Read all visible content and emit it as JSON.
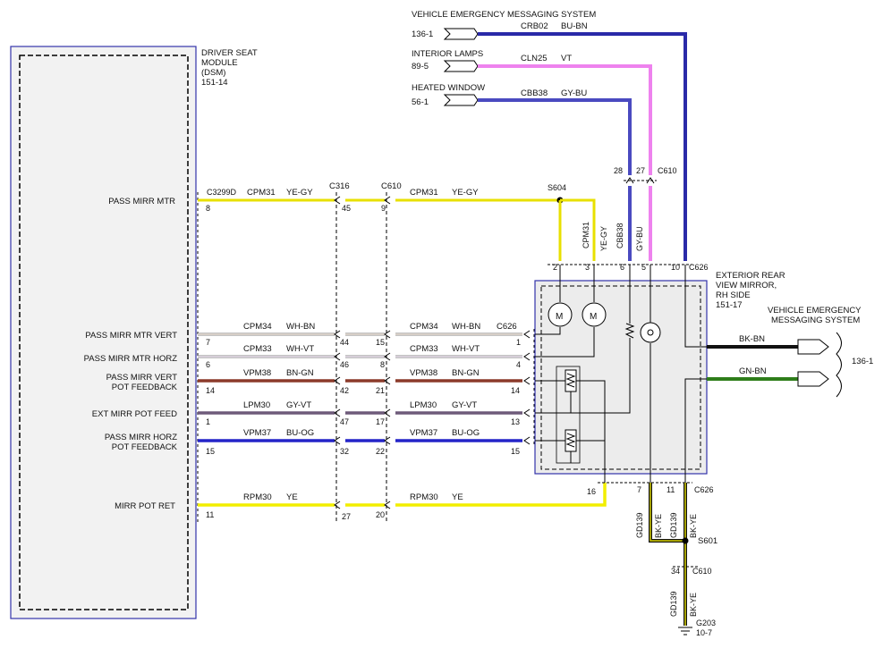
{
  "dsm": {
    "title": [
      "DRIVER SEAT",
      "MODULE",
      "(DSM)",
      "151-14"
    ],
    "pins": [
      {
        "label": [
          "PASS MIRR MTR"
        ]
      },
      {
        "label": [
          "PASS MIRR MTR VERT"
        ]
      },
      {
        "label": [
          "PASS MIRR MTR HORZ"
        ]
      },
      {
        "label": [
          "PASS MIRR VERT",
          "POT FEEDBACK"
        ]
      },
      {
        "label": [
          "EXT MIRR POT FEED"
        ]
      },
      {
        "label": [
          "PASS MIRR HORZ",
          "POT FEEDBACK"
        ]
      },
      {
        "label": [
          "MIRR POT RET"
        ]
      }
    ]
  },
  "connectors": {
    "c3299d": "C3299D",
    "c316": "C316",
    "c610_top": "C610",
    "c610_mid": "C610",
    "c626_top": "C626",
    "c626_mid": "C626",
    "c626_bot": "C626",
    "c610_bot": "C610",
    "s604": "S604",
    "s601": "S601",
    "g203": [
      "G203",
      "10-7"
    ]
  },
  "top_refs": [
    {
      "title": "VEHICLE EMERGENCY MESSAGING SYSTEM",
      "ref": "136-1",
      "circuit": "CRB02",
      "color": "BU-BN",
      "hex": "#2a2aa8"
    },
    {
      "title": "INTERIOR LAMPS",
      "ref": "89-5",
      "circuit": "CLN25",
      "color": "VT",
      "hex": "#ee82ee"
    },
    {
      "title": "HEATED WINDOW",
      "ref": "56-1",
      "circuit": "CBB38",
      "color": "GY-BU",
      "hex": "#6666cc"
    }
  ],
  "mirror": {
    "title": [
      "EXTERIOR REAR",
      "VIEW MIRROR,",
      "RH SIDE",
      "151-17"
    ],
    "pins_top": [
      "2",
      "3",
      "6",
      "5",
      "10"
    ],
    "pins_bot": [
      "16",
      "7",
      "11"
    ],
    "motor_label": "M"
  },
  "vems_right": {
    "title": [
      "VEHICLE EMERGENCY",
      "MESSAGING SYSTEM"
    ],
    "ref": "136-1",
    "wires": [
      {
        "circuit": "BK-BN",
        "hex": "#111111"
      },
      {
        "circuit": "GN-BN",
        "hex": "#2e7d1a"
      }
    ]
  },
  "wires": [
    {
      "name": "CPM31",
      "color": "YE-GY",
      "hex": "#e8e000",
      "pins": [
        "8",
        "45",
        "9"
      ]
    },
    {
      "name": "CPM34",
      "color": "WH-BN",
      "hex": "#d8c8b8",
      "pins": [
        "7",
        "44",
        "15",
        "1"
      ]
    },
    {
      "name": "CPM33",
      "color": "WH-VT",
      "hex": "#d8c8e0",
      "pins": [
        "6",
        "46",
        "8",
        "4"
      ]
    },
    {
      "name": "VPM38",
      "color": "BN-GN",
      "hex": "#8b3a2a",
      "pins": [
        "14",
        "42",
        "21",
        "14"
      ]
    },
    {
      "name": "LPM30",
      "color": "GY-VT",
      "hex": "#6e5a7a",
      "pins": [
        "1",
        "47",
        "17",
        "13"
      ]
    },
    {
      "name": "VPM37",
      "color": "BU-OG",
      "hex": "#2424c8",
      "pins": [
        "15",
        "32",
        "22",
        "15"
      ]
    },
    {
      "name": "RPM30",
      "color": "YE",
      "hex": "#f2ee00",
      "pins": [
        "11",
        "27",
        "20"
      ]
    }
  ],
  "splice_wires": {
    "cpm31_vert": {
      "name": "CPM31",
      "color": "YE-GY"
    },
    "cbb38_vert": {
      "name": "CBB38",
      "color": "GY-BU"
    },
    "c610_pins": [
      "28",
      "27"
    ]
  },
  "ground": {
    "circuit": "GD139",
    "color": "BK-YE",
    "c610_pin": "34"
  }
}
